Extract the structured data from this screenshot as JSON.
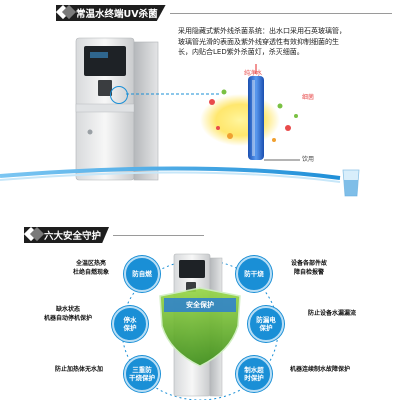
{
  "section1": {
    "title": "常温水终端UV杀菌",
    "description_lines": [
      "采用隐藏式紫外线杀菌系统：出水口采用石英玻璃管，",
      "玻璃管光滑的表面及紫外线穿透性有效抑制细菌的生",
      "长，内贴合LED紫外杀菌灯，杀灭细菌。"
    ],
    "diagram": {
      "top_label": "纯净水",
      "right_label": "饮用",
      "legend_label": "细菌"
    }
  },
  "section2": {
    "title": "六大安全守护",
    "shield_label": "安全保护",
    "features": [
      {
        "circle": "防自燃",
        "label_lines": [
          "全温区热亮",
          "杜绝自燃现象"
        ]
      },
      {
        "circle": "防干烧",
        "label_lines": [
          "设备各部件故",
          "障自检报警"
        ]
      },
      {
        "circle": "停水\n保护",
        "label_lines": [
          "缺水状态",
          "机器自动停机保护"
        ]
      },
      {
        "circle": "防漏电\n保护",
        "label_lines": [
          "防止设备水漏漏流"
        ]
      },
      {
        "circle": "三重防\n干烧保护",
        "label_lines": [
          "防止加热体无水加"
        ]
      },
      {
        "circle": "制水超\n时保护",
        "label_lines": [
          "机器连续制水故障保护"
        ]
      }
    ]
  },
  "colors": {
    "accent_blue": "#1a8fd6",
    "shield_green": "#6abf2a",
    "tube_blue": "#2f6fd1"
  },
  "icons": [
    "diamond-bullet-icon",
    "water-glass-icon",
    "shield-icon",
    "dashed-connector-icon"
  ]
}
